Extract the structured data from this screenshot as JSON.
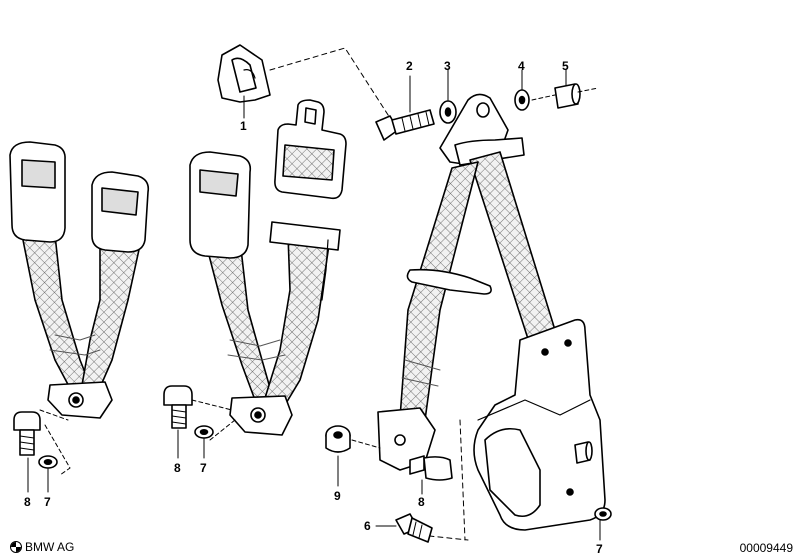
{
  "diagram": {
    "callouts": {
      "c1": "1",
      "c2": "2",
      "c3": "3",
      "c4": "4",
      "c5": "5",
      "c6": "6",
      "c7a": "7",
      "c7b": "7",
      "c7c": "7",
      "c8a": "8",
      "c8b": "8",
      "c8c": "8",
      "c9": "9"
    }
  },
  "footer": {
    "copyright": "BMW AG",
    "document_number": "00009449"
  }
}
